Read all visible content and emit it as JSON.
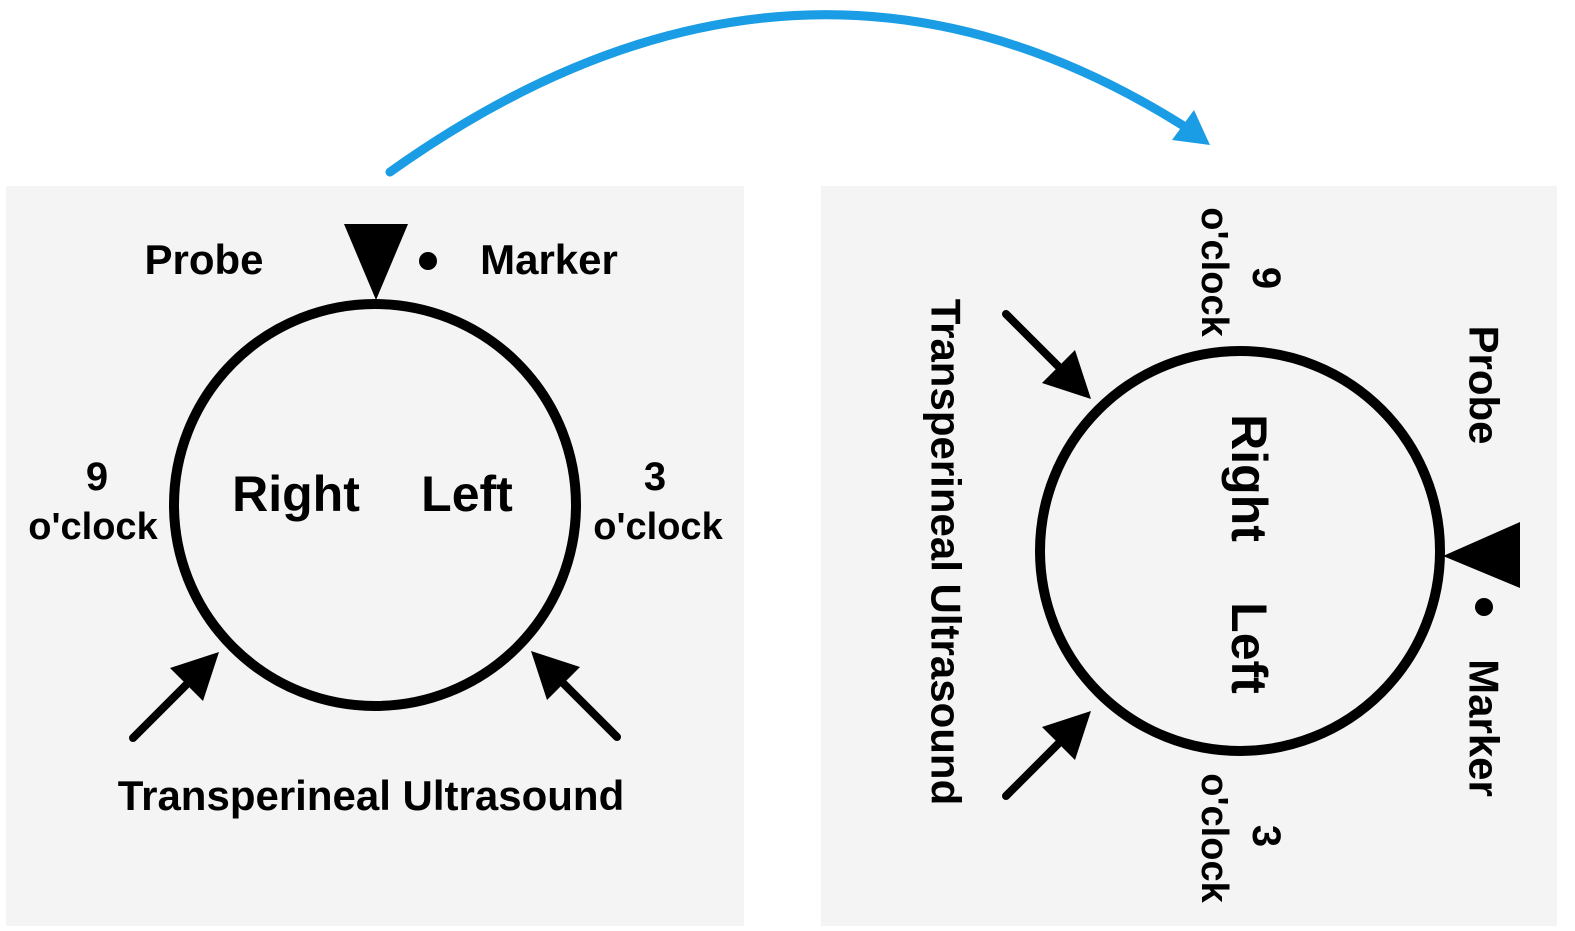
{
  "colors": {
    "panel_bg": "#f4f4f4",
    "ink": "#000000",
    "rotation_arrow": "#1a9de4"
  },
  "rotation_arrow": {
    "icon": "curved-arrow-icon",
    "direction": "left-to-right"
  },
  "left_panel": {
    "probe_label": "Probe",
    "marker_label": "Marker",
    "right_label": "Right",
    "left_label": "Left",
    "nine_number": "9",
    "nine_text": "o'clock",
    "three_number": "3",
    "three_text": "o'clock",
    "caption": "Transperineal Ultrasound"
  },
  "right_panel": {
    "probe_label": "Probe",
    "marker_label": "Marker",
    "right_label": "Right",
    "left_label": "Left",
    "nine_number": "9",
    "nine_text": "o'clock",
    "three_number": "3",
    "three_text": "o'clock",
    "caption": "Transperineal Ultrasound"
  }
}
